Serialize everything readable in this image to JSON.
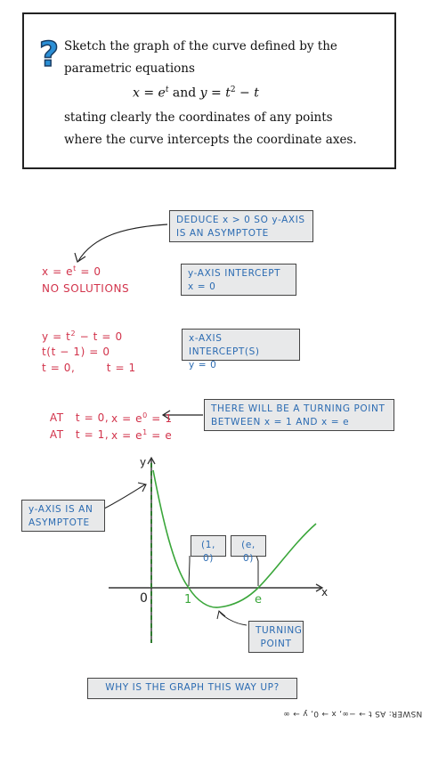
{
  "question": {
    "line1": "Sketch the graph of the curve defined by the",
    "line2": "parametric equations",
    "eq_x": "x = e",
    "eq_x_sup": "t",
    "eq_and": " and ",
    "eq_y": "y = t",
    "eq_y_sup": "2",
    "eq_y_rest": " − t",
    "line3": "stating clearly the coordinates of any points",
    "line4": "where the curve intercepts the coordinate axes."
  },
  "notes": {
    "deduce_1": "DEDUCE  x > 0  SO  y-AXIS",
    "deduce_2": "IS  AN  ASYMPTOTE",
    "y_intercept_1": "y-AXIS  INTERCEPT",
    "y_intercept_2": "x = 0",
    "x_intercept_1": "x-AXIS  INTERCEPT(S)",
    "x_intercept_2": "y = 0",
    "turning_1": "THERE  WILL  BE  A  TURNING  POINT",
    "turning_2": "BETWEEN   x = 1   AND   x = e",
    "asymptote_1": "y-AXIS  IS  AN",
    "asymptote_2": "ASYMPTOTE",
    "turning_label_1": "TURNING",
    "turning_label_2": "POINT",
    "why": "WHY  IS  THE  GRAPH  THIS  WAY  UP?"
  },
  "working": {
    "w1_pre": "x = e",
    "w1_sup": "t",
    "w1_post": " = 0",
    "w2": "NO  SOLUTIONS",
    "w3_pre": "y = t",
    "w3_sup": "2",
    "w3_post": " − t = 0",
    "w4": "t(t − 1) = 0",
    "w5": "t = 0,        t = 1",
    "w6_a": "AT   t = 0,",
    "w6_b_pre": "x = e",
    "w6_b_sup": "0",
    "w6_b_post": " = 1",
    "w7_a": "AT   t = 1,",
    "w7_b_pre": "x = e",
    "w7_b_sup": "1",
    "w7_b_post": " = e"
  },
  "graph": {
    "y_label": "y",
    "x_label": "x",
    "origin": "0",
    "tick_1": "1",
    "tick_e": "e",
    "point_1": "(1, 0)",
    "point_e": "(e, 0)"
  },
  "answer_upside_down": "ANSWER: AS t → −∞, x → 0, y → ∞",
  "colors": {
    "red": "#d2334b",
    "blue": "#2b6bb2",
    "green": "#3aa63a",
    "note_bg": "#e8e9ea"
  }
}
